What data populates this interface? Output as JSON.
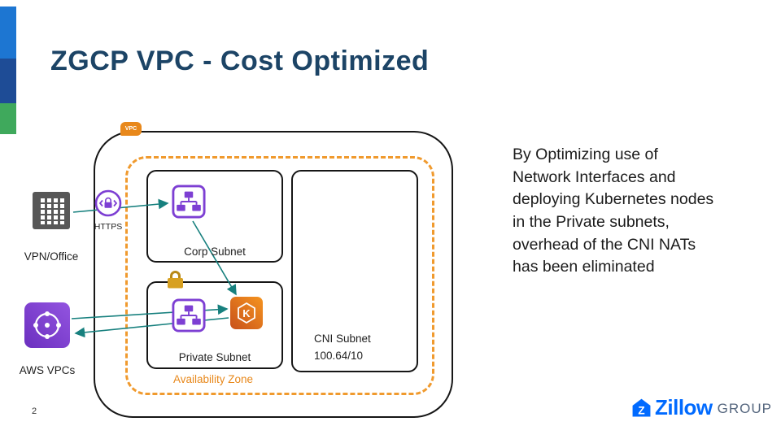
{
  "slide": {
    "title": "ZGCP VPC - Cost Optimized",
    "page_number": "2",
    "body_text": "By Optimizing use of Network Interfaces and deploying Kubernetes nodes in the Private subnets, overhead of the CNI NATs has been eliminated"
  },
  "diagram": {
    "vpc_badge_label": "VPC",
    "corp_subnet_label": "Corp Subnet",
    "private_subnet_label": "Private Subnet",
    "cni_subnet_line1": "CNI Subnet",
    "cni_subnet_line2": "100.64/10",
    "availability_zone_label": "Availability Zone",
    "https_label": "HTTPS",
    "vpn_office_label": "VPN/Office",
    "aws_vpcs_label": "AWS VPCs",
    "eks_icon_letter": "K"
  },
  "footer": {
    "logo_brand": "Zillow",
    "logo_suffix": "GROUP"
  },
  "colors": {
    "accent_orange": "#E8881B",
    "dashed_orange": "#F09A2E",
    "aws_purple": "#7D3FD3",
    "eks_orange": "#ED7100",
    "arrow_teal": "#17807E",
    "title_navy": "#1C4466",
    "zillow_blue": "#006AFF",
    "lock_gold": "#D7A021"
  }
}
